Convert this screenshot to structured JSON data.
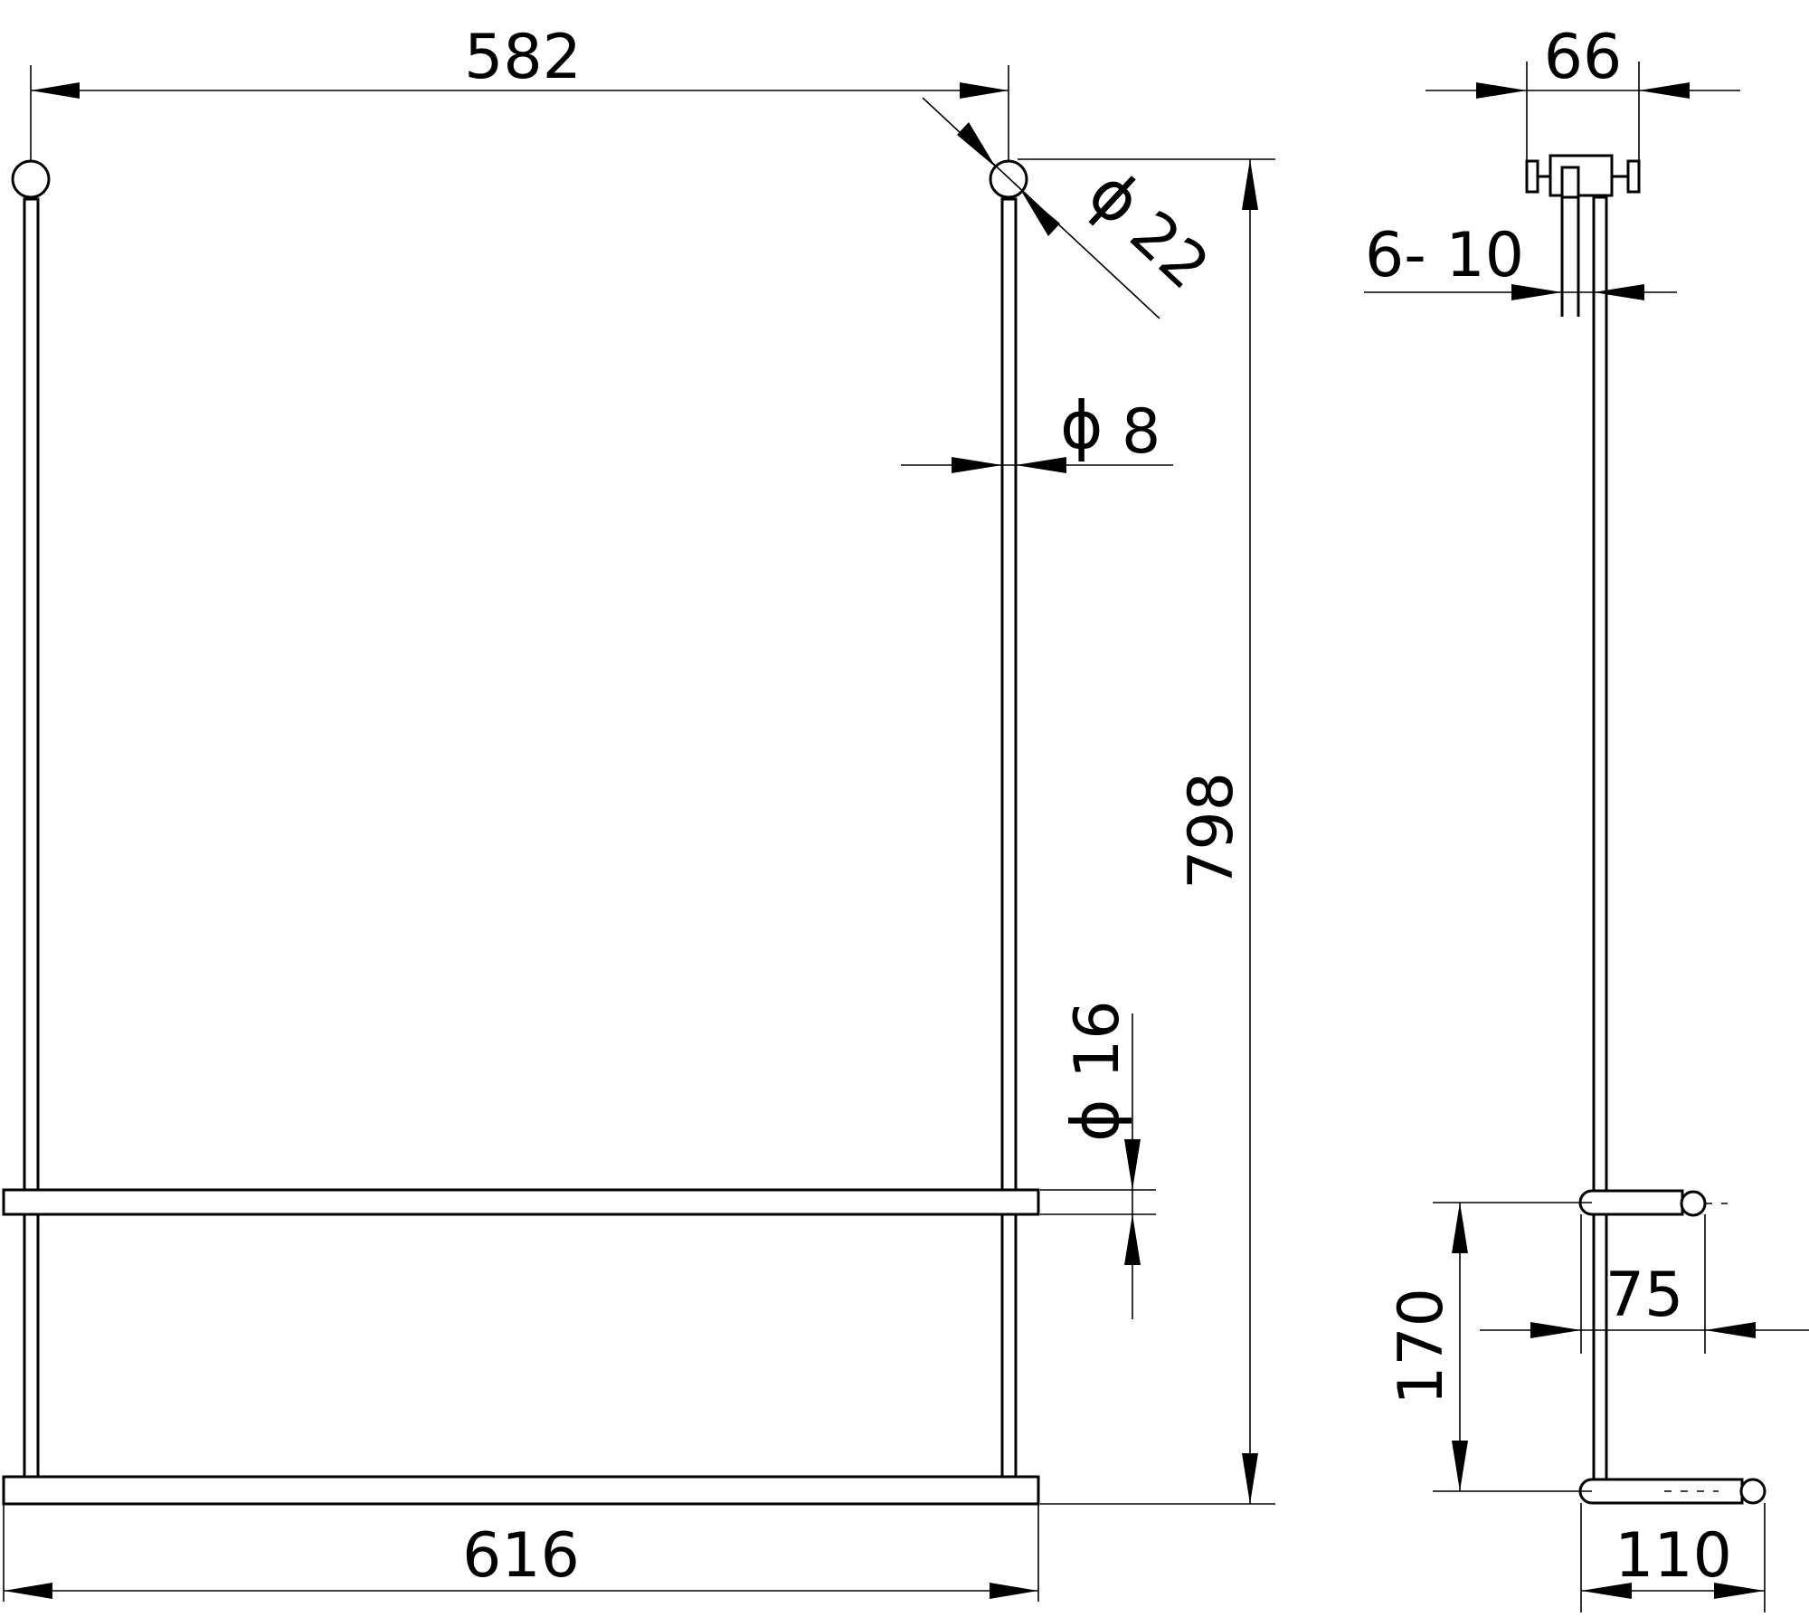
{
  "drawing": {
    "line_color": "#000000",
    "background": "#ffffff",
    "dimensions": {
      "top_width": "582",
      "bottom_width": "616",
      "total_height": "798",
      "knob_diameter": "22",
      "rod_diameter": "8",
      "bar_diameter": "16",
      "depth_mount": "66",
      "wall_gap": "6- 10",
      "bar_spacing": "170",
      "upper_bar_depth": "75",
      "lower_bar_depth": "110"
    },
    "diameter_symbol": "ϕ"
  }
}
